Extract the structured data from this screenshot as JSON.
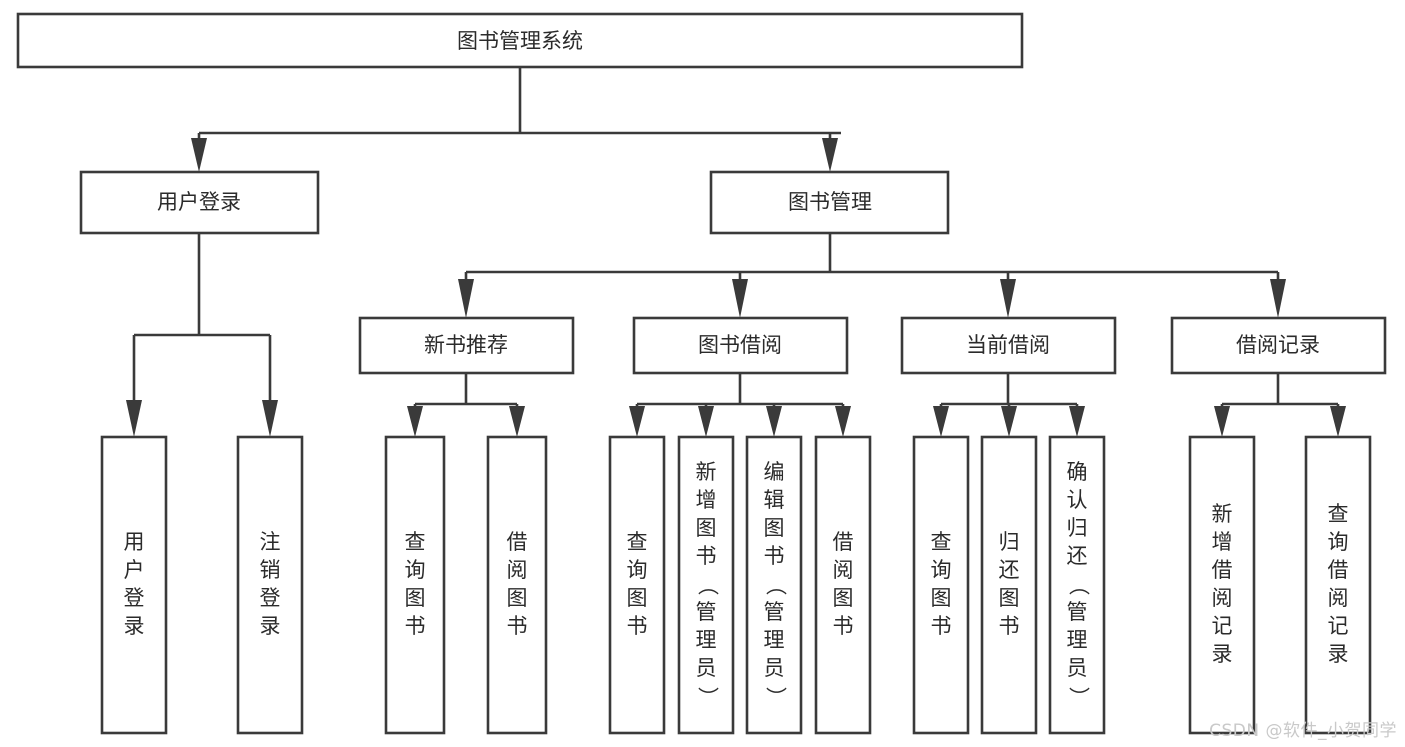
{
  "diagram": {
    "type": "hierarchy-tree",
    "title": "图书管理系统",
    "watermark": "CSDN @软件_小贺同学",
    "colors": {
      "stroke": "#3a3a3a",
      "box_fill": "#ffffff",
      "text": "#2b2b2b",
      "watermark": "#c9c9c9",
      "background": "#ffffff"
    },
    "levels": [
      {
        "level": 0,
        "nodes": [
          {
            "id": "root",
            "label": "图书管理系统",
            "orientation": "horizontal"
          }
        ]
      },
      {
        "level": 1,
        "nodes": [
          {
            "id": "login",
            "label": "用户登录",
            "orientation": "horizontal",
            "parent": "root"
          },
          {
            "id": "bookmgmt",
            "label": "图书管理",
            "orientation": "horizontal",
            "parent": "root"
          }
        ]
      },
      {
        "level": 2,
        "nodes": [
          {
            "id": "newbook",
            "label": "新书推荐",
            "orientation": "horizontal",
            "parent": "bookmgmt"
          },
          {
            "id": "borrow",
            "label": "图书借阅",
            "orientation": "horizontal",
            "parent": "bookmgmt"
          },
          {
            "id": "current",
            "label": "当前借阅",
            "orientation": "horizontal",
            "parent": "bookmgmt"
          },
          {
            "id": "records",
            "label": "借阅记录",
            "orientation": "horizontal",
            "parent": "bookmgmt"
          }
        ]
      },
      {
        "level": 3,
        "nodes": [
          {
            "id": "leaf1",
            "label": "用户登录",
            "orientation": "vertical",
            "parent": "login"
          },
          {
            "id": "leaf2",
            "label": "注销登录",
            "orientation": "vertical",
            "parent": "login"
          },
          {
            "id": "leaf3",
            "label": "查询图书",
            "orientation": "vertical",
            "parent": "newbook"
          },
          {
            "id": "leaf4",
            "label": "借阅图书",
            "orientation": "vertical",
            "parent": "newbook"
          },
          {
            "id": "leaf5",
            "label": "查询图书",
            "orientation": "vertical",
            "parent": "borrow"
          },
          {
            "id": "leaf6",
            "label": "新增图书（管理员）",
            "orientation": "vertical",
            "parent": "borrow"
          },
          {
            "id": "leaf7",
            "label": "编辑图书（管理员）",
            "orientation": "vertical",
            "parent": "borrow"
          },
          {
            "id": "leaf8",
            "label": "借阅图书",
            "orientation": "vertical",
            "parent": "borrow"
          },
          {
            "id": "leaf9",
            "label": "查询图书",
            "orientation": "vertical",
            "parent": "current"
          },
          {
            "id": "leaf10",
            "label": "归还图书",
            "orientation": "vertical",
            "parent": "current"
          },
          {
            "id": "leaf11",
            "label": "确认归还（管理员）",
            "orientation": "vertical",
            "parent": "current"
          },
          {
            "id": "leaf12",
            "label": "新增借阅记录",
            "orientation": "vertical",
            "parent": "records"
          },
          {
            "id": "leaf13",
            "label": "查询借阅记录",
            "orientation": "vertical",
            "parent": "records"
          }
        ]
      }
    ],
    "edges": [
      {
        "from": "root",
        "to": "login"
      },
      {
        "from": "root",
        "to": "bookmgmt"
      },
      {
        "from": "bookmgmt",
        "to": "newbook"
      },
      {
        "from": "bookmgmt",
        "to": "borrow"
      },
      {
        "from": "bookmgmt",
        "to": "current"
      },
      {
        "from": "bookmgmt",
        "to": "records"
      },
      {
        "from": "login",
        "to": "leaf1"
      },
      {
        "from": "login",
        "to": "leaf2"
      },
      {
        "from": "newbook",
        "to": "leaf3"
      },
      {
        "from": "newbook",
        "to": "leaf4"
      },
      {
        "from": "borrow",
        "to": "leaf5"
      },
      {
        "from": "borrow",
        "to": "leaf6"
      },
      {
        "from": "borrow",
        "to": "leaf7"
      },
      {
        "from": "borrow",
        "to": "leaf8"
      },
      {
        "from": "current",
        "to": "leaf9"
      },
      {
        "from": "current",
        "to": "leaf10"
      },
      {
        "from": "current",
        "to": "leaf11"
      },
      {
        "from": "records",
        "to": "leaf12"
      },
      {
        "from": "records",
        "to": "leaf13"
      }
    ]
  }
}
